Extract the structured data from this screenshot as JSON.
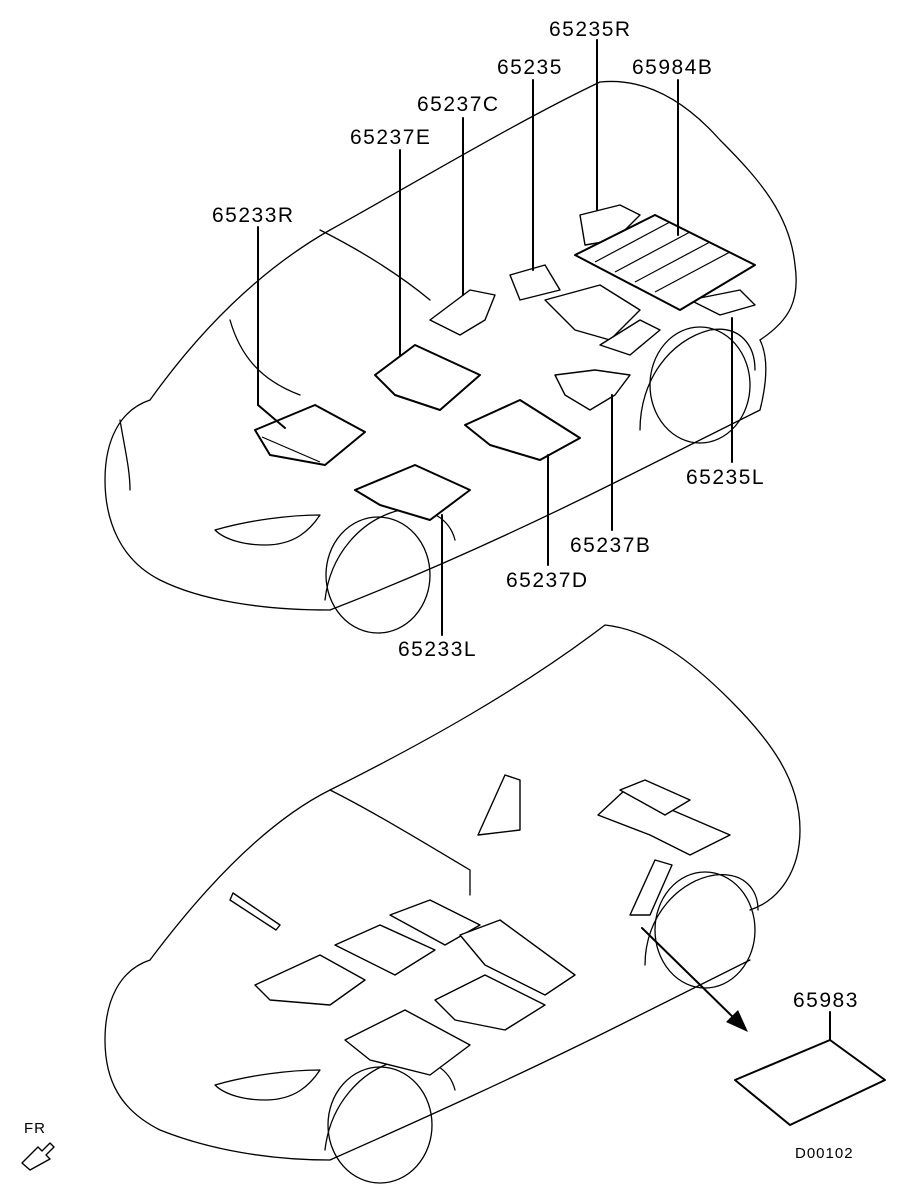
{
  "callouts": {
    "p65235R": "65235R",
    "p65235": "65235",
    "p65984B": "65984B",
    "p65237C": "65237C",
    "p65237E": "65237E",
    "p65233R": "65233R",
    "p65235L": "65235L",
    "p65237B": "65237B",
    "p65237D": "65237D",
    "p65233L": "65233L",
    "p65983": "65983"
  },
  "front_marker": "FR",
  "drawing_code": "D00102"
}
